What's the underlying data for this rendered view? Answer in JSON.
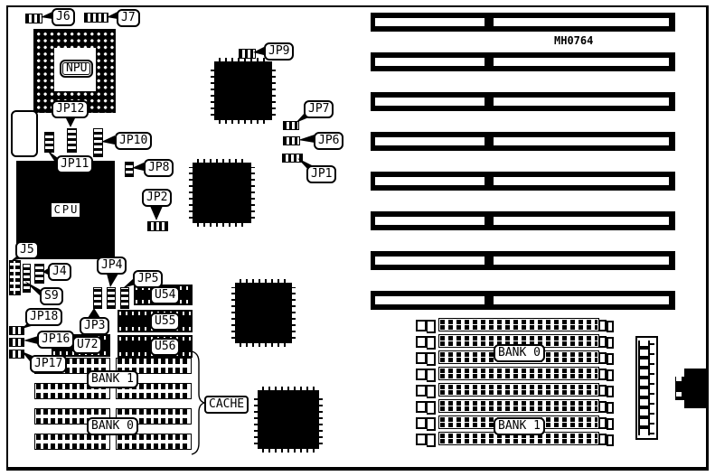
{
  "diagram": {
    "model_number": "MH0764",
    "colors": {
      "ink": "#000000",
      "paper": "#ffffff"
    },
    "chips": {
      "npu": "NPU",
      "cpu": "CPU",
      "u54": "U54",
      "u55": "U55",
      "u56": "U56",
      "u72": "U72"
    },
    "jumpers": {
      "j6": "J6",
      "j7": "J7",
      "j5": "J5",
      "j4": "J4",
      "s9": "S9",
      "jp1": "JP1",
      "jp2": "JP2",
      "jp3": "JP3",
      "jp4": "JP4",
      "jp5": "JP5",
      "jp6": "JP6",
      "jp7": "JP7",
      "jp8": "JP8",
      "jp9": "JP9",
      "jp10": "JP10",
      "jp11": "JP11",
      "jp12": "JP12",
      "jp16": "JP16",
      "jp17": "JP17",
      "jp18": "JP18"
    },
    "memory": {
      "cache_label": "CACHE",
      "dram_bank1": "BANK 1",
      "dram_bank0": "BANK 0",
      "simm_bank0": "BANK 0",
      "simm_bank1": "BANK 1"
    },
    "structure": {
      "isa_slot_count": 8,
      "simm_socket_count": 8,
      "dram_rows_per_column": 4,
      "dram_columns": 2
    }
  }
}
